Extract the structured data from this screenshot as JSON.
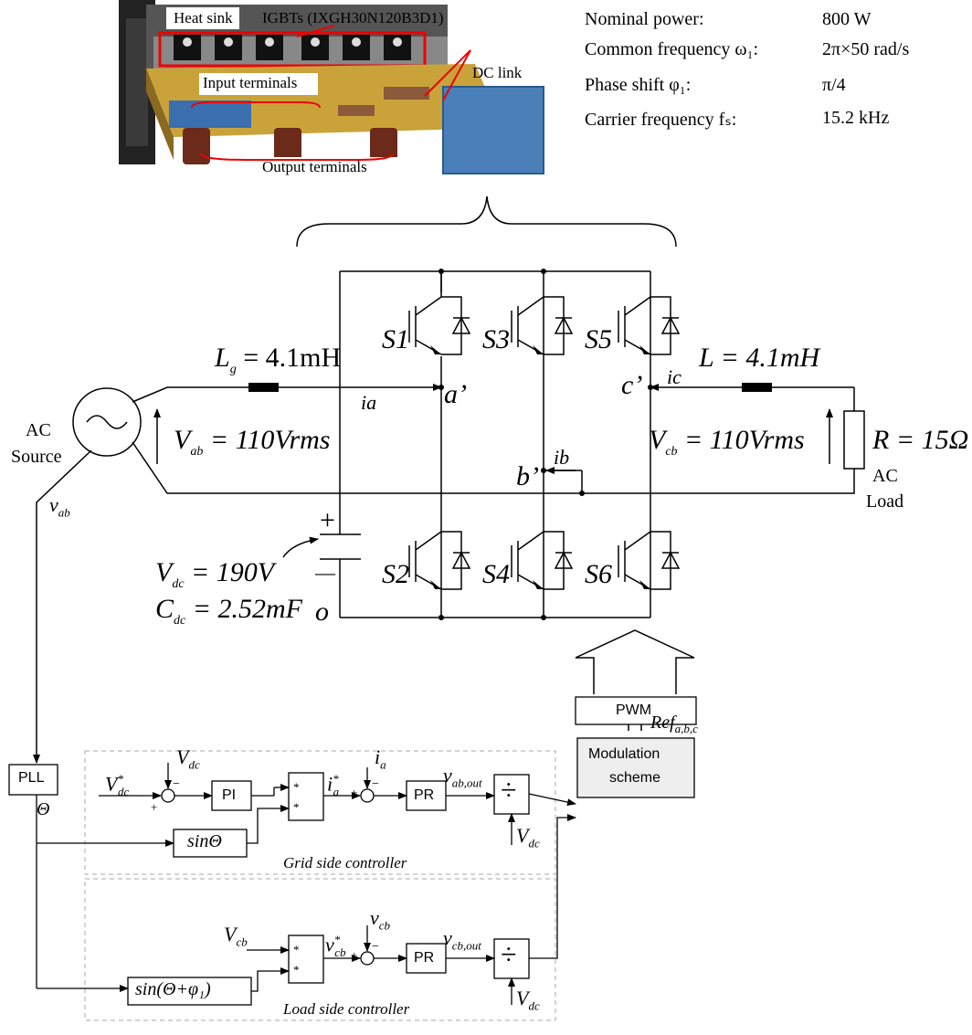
{
  "photo": {
    "heat_sink": "Heat sink",
    "igbts": "IGBTs (IXGH30N120B3D1)",
    "dc_link": "DC link",
    "input_terminals": "Input terminals",
    "output_terminals": "Output terminals"
  },
  "specs": [
    {
      "label": "Nominal power:",
      "value": "800 W"
    },
    {
      "label": "Common frequency ω₁:",
      "value": "2π×50 rad/s"
    },
    {
      "label": "Phase shift φ₁:",
      "value": "π/4"
    },
    {
      "label": "Carrier frequency fₛ:",
      "value": "15.2 kHz"
    }
  ],
  "circuit": {
    "lg": "L",
    "lg_sub": "g",
    "lg_val": "= 4.1mH",
    "l": "L = 4.1mH",
    "vab": "V",
    "vab_sub": "ab",
    "vab_val": "= 110Vrms",
    "vcb": "V",
    "vcb_sub": "cb",
    "vcb_val": "= 110Vrms",
    "r": "R = 15Ω",
    "ac_source_1": "AC",
    "ac_source_2": "Source",
    "ac_load_1": "AC",
    "ac_load_2": "Load",
    "vab_small": "v",
    "vab_small_sub": "ab",
    "vdc": "V",
    "vdc_sub": "dc",
    "vdc_val": "= 190V",
    "cdc": "C",
    "cdc_sub": "dc",
    "cdc_val": "= 2.52mF",
    "o": "o",
    "a": "a’",
    "b": "b’",
    "c": "c’",
    "ia": "ia",
    "ib": "ib",
    "ic": "ic",
    "plus": "+",
    "minus": "—",
    "switches": [
      "S1",
      "S3",
      "S5",
      "S2",
      "S4",
      "S6"
    ]
  },
  "control": {
    "pll": "PLL",
    "theta": "Θ",
    "pi": "PI",
    "pr": "PR",
    "pwm": "PWM",
    "modulation_1": "Modulation",
    "modulation_2": "scheme",
    "ref": "Ref",
    "ref_sub": "a,b,c",
    "sin_theta": "sinΘ",
    "sin_theta_phi": "sin(Θ+φ₁)",
    "grid_title": "Grid side controller",
    "load_title": "Load side controller",
    "vdc_star": "V",
    "vdc_star_sub": "dc",
    "vdc": "V",
    "vdc_sub": "dc",
    "ia_star": "i",
    "ia_star_sub": "a",
    "ia": "i",
    "ia_sub": "a",
    "vab_out": "v",
    "vab_out_sub": "ab,out",
    "vcb": "V",
    "vcb_sub": "cb",
    "vcb_star": "v",
    "vcb_star_sub": "cb",
    "vcb_fb": "v",
    "vcb_fb_sub": "cb",
    "vcb_out": "v",
    "vcb_out_sub": "cb,out",
    "star": "*",
    "plus": "+",
    "minus": "−",
    "divide": "÷"
  }
}
